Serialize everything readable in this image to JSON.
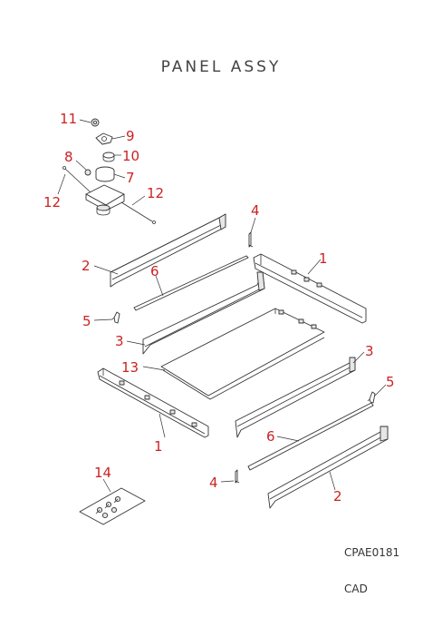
{
  "diagram": {
    "title": "PANEL ASSY",
    "drawing_code": "CPAE0181",
    "source_label": "CAD"
  },
  "callouts": {
    "c1a": "1",
    "c1b": "1",
    "c2a": "2",
    "c2b": "2",
    "c3a": "3",
    "c3b": "3",
    "c4a": "4",
    "c4b": "4",
    "c5a": "5",
    "c5b": "5",
    "c6a": "6",
    "c6b": "6",
    "c7": "7",
    "c8": "8",
    "c9": "9",
    "c10": "10",
    "c11": "11",
    "c12a": "12",
    "c12b": "12",
    "c13": "13",
    "c14": "14"
  },
  "colors": {
    "callout": "#cc2222",
    "line": "#333333"
  }
}
